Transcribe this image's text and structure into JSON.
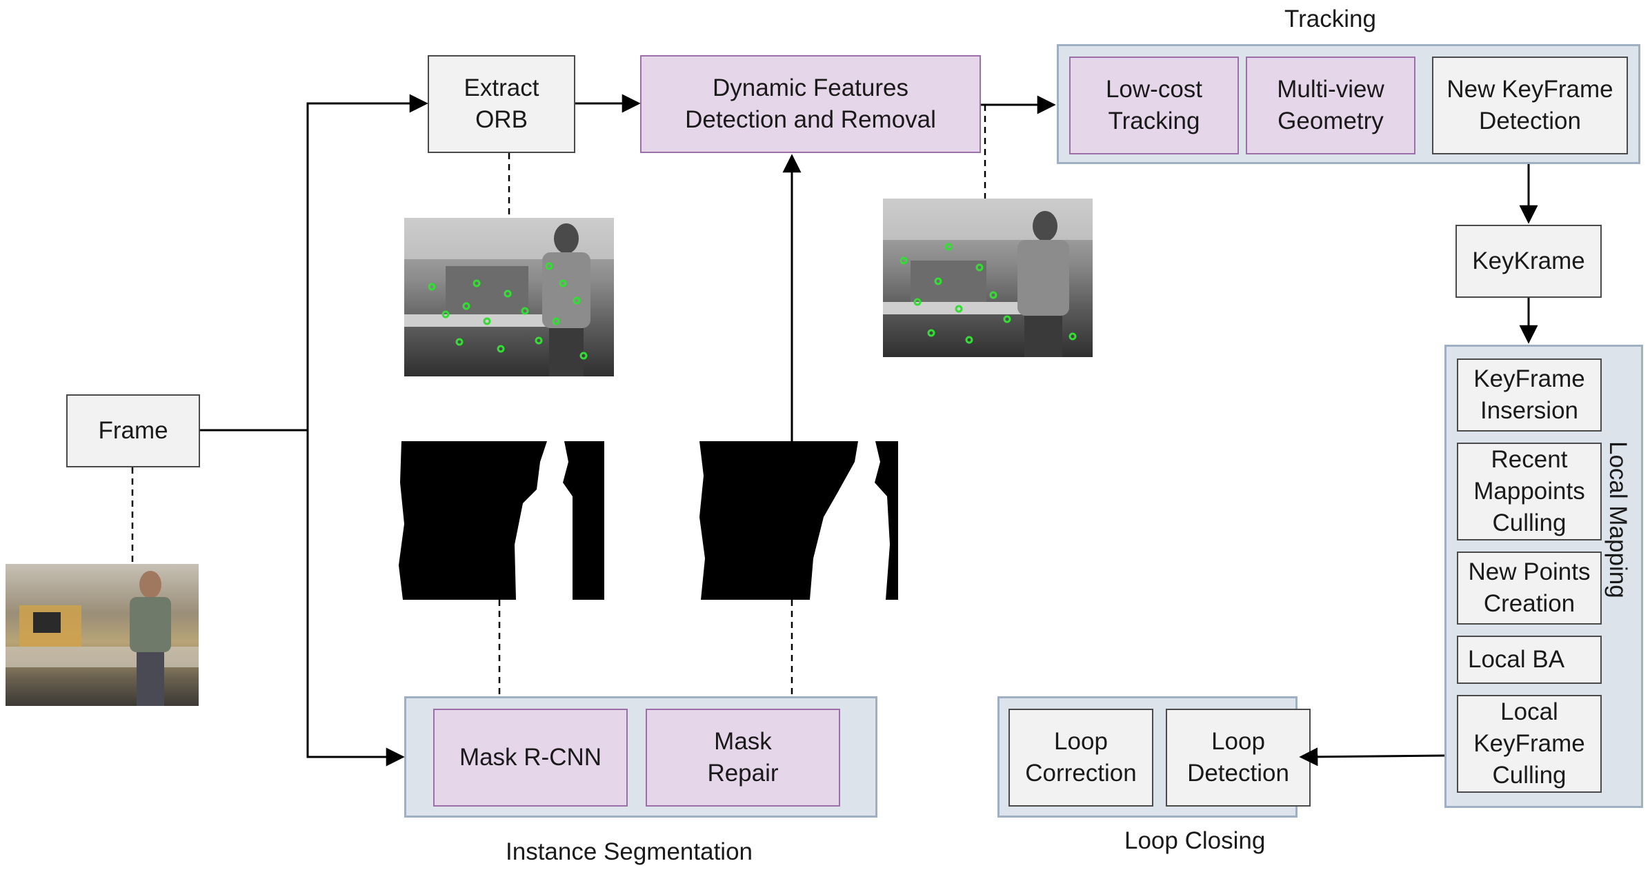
{
  "nodes": {
    "frame": "Frame",
    "extract_orb": "Extract\nORB",
    "dynamic": "Dynamic Features\nDetection and Removal",
    "low_cost": "Low-cost\nTracking",
    "multi_view": "Multi-view\nGeometry",
    "new_kf_detect": "New KeyFrame\nDetection",
    "keykrame": "KeyKrame",
    "kf_insertion": "KeyFrame\nInsersion",
    "recent_culling": "Recent\nMappoints\nCulling",
    "new_points": "New Points\nCreation",
    "local_ba": "Local BA",
    "local_kf_culling": "Local\nKeyFrame\nCulling",
    "loop_correction": "Loop\nCorrection",
    "loop_detection": "Loop\nDetection",
    "mask_rcnn": "Mask R-CNN",
    "mask_repair": "Mask\nRepair"
  },
  "groups": {
    "tracking": "Tracking",
    "local_mapping": "Local Mapping",
    "loop_closing": "Loop Closing",
    "instance_segmentation": "Instance Segmentation"
  },
  "colors": {
    "node_fill": "#f2f2f2",
    "node_purple": "#e6d6ea",
    "group_fill": "#dde3ea",
    "feature_point": "#33dd33"
  }
}
